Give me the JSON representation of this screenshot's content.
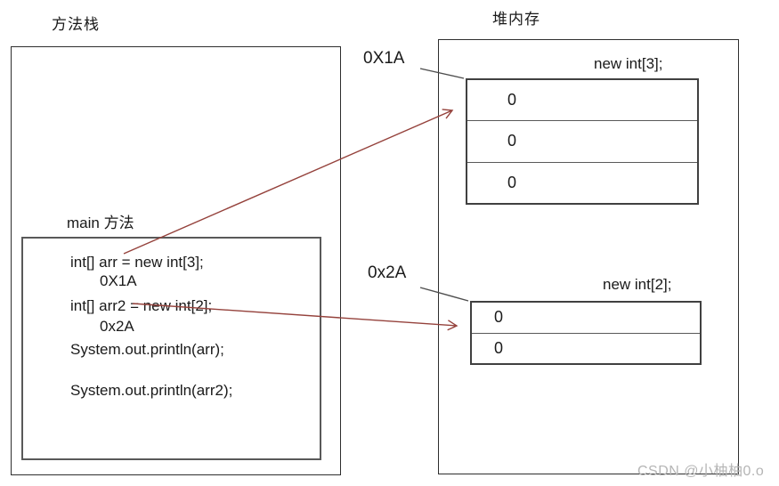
{
  "colors": {
    "arrow_red": "#95423c",
    "connector_gray": "#4d4d4d",
    "border_dark": "#2e2e2e",
    "border_inner_gray": "#595959",
    "text": "#1a1a1a",
    "watermark_gray": "#b5b5b5"
  },
  "stack": {
    "title": "方法栈",
    "main_label": "main 方法",
    "code": {
      "line1": "int[] arr = new int[3];",
      "line1_addr": "0X1A",
      "line2": "int[] arr2 = new int[2];",
      "line2_addr": "0x2A",
      "line3": "System.out.println(arr);",
      "line4": "System.out.println(arr2);"
    }
  },
  "heap": {
    "title": "堆内存",
    "array1": {
      "address": "0X1A",
      "label": "new int[3];",
      "cells": [
        "0",
        "0",
        "0"
      ]
    },
    "array2": {
      "address": "0x2A",
      "label": "new int[2];",
      "cells": [
        "0",
        "0"
      ]
    }
  },
  "watermark": "CSDN @小柚柚0.o"
}
